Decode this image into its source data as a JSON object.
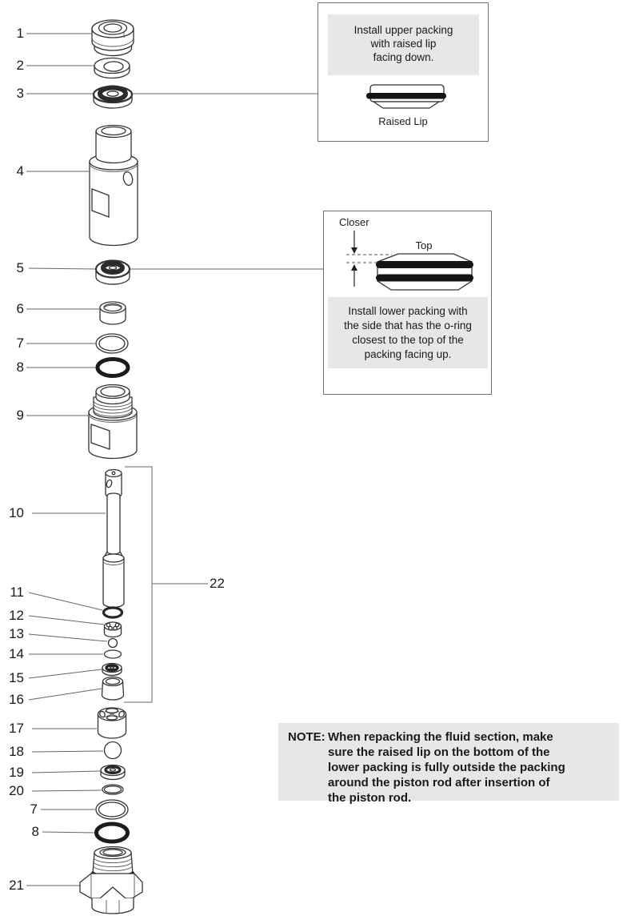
{
  "diagram": {
    "callouts": [
      {
        "label": "1"
      },
      {
        "label": "2"
      },
      {
        "label": "3"
      },
      {
        "label": "4"
      },
      {
        "label": "5"
      },
      {
        "label": "6"
      },
      {
        "label": "7"
      },
      {
        "label": "8"
      },
      {
        "label": "9"
      },
      {
        "label": "10"
      },
      {
        "label": "11"
      },
      {
        "label": "12"
      },
      {
        "label": "13"
      },
      {
        "label": "14"
      },
      {
        "label": "15"
      },
      {
        "label": "16"
      },
      {
        "label": "17"
      },
      {
        "label": "18"
      },
      {
        "label": "19"
      },
      {
        "label": "20"
      },
      {
        "label": "7"
      },
      {
        "label": "8"
      },
      {
        "label": "21"
      },
      {
        "label": "22"
      }
    ]
  },
  "upper_packing_box": {
    "instruction_lines": [
      "Install upper packing",
      "with raised lip",
      "facing down."
    ],
    "caption": "Raised Lip"
  },
  "lower_packing_box": {
    "closer_label": "Closer",
    "top_label": "Top",
    "instruction_lines": [
      "Install lower packing with",
      "the side that has the o-ring",
      "closest to the top of the",
      "packing facing up."
    ]
  },
  "note": {
    "label": "NOTE:",
    "lines": [
      "When repacking the fluid section, make",
      "sure the raised lip on the bottom of the",
      "lower packing is fully outside the packing",
      "around the piston rod after insertion of",
      "the piston rod."
    ]
  },
  "colors": {
    "line": "#333333",
    "panel_bg": "#e7e7e7",
    "box_border": "#6e6e6e",
    "dark_fill": "#151515",
    "text": "#1a1a1a"
  }
}
